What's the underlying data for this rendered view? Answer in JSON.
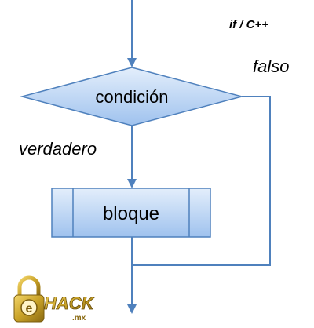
{
  "title": "if / C++",
  "nodes": {
    "condition": {
      "label": "condición"
    },
    "block": {
      "label": "bloque"
    }
  },
  "edges": {
    "false_label": "falso",
    "true_label": "verdadero"
  },
  "logo": {
    "main_text": "HACK",
    "sub_text": ".mx"
  },
  "colors": {
    "line": "#4f81bd",
    "fill_light": "#dbe8f8",
    "fill_dark": "#9ec1ec",
    "text": "#000000",
    "logo_gold": "#c9a227"
  }
}
